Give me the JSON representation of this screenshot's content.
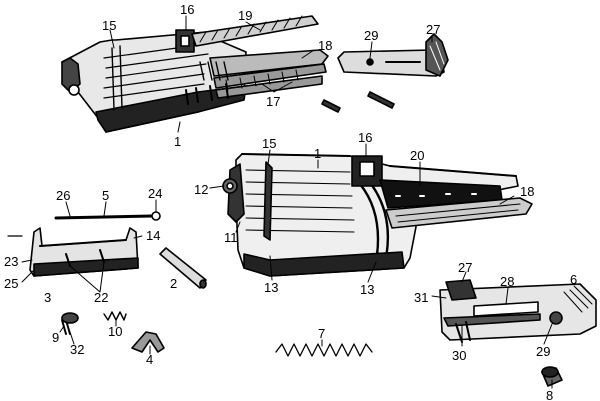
{
  "figure": {
    "type": "exploded-parts-diagram",
    "ink_color": "#000000",
    "paper_color": "#ffffff",
    "part_numbers": {
      "p1": "1",
      "p2": "2",
      "p3": "3",
      "p4": "4",
      "p5": "5",
      "p6": "6",
      "p7": "7",
      "p8": "8",
      "p9": "9",
      "p10": "10",
      "p11": "11",
      "p12": "12",
      "p13": "13",
      "p14": "14",
      "p15": "15",
      "p16": "16",
      "p17": "17",
      "p18": "18",
      "p19": "19",
      "p20": "20",
      "p22": "22",
      "p23": "23",
      "p24": "24",
      "p25": "25",
      "p26": "26",
      "p27": "27",
      "p28": "28",
      "p29": "29",
      "p30": "30",
      "p31": "31",
      "p32": "32"
    }
  }
}
